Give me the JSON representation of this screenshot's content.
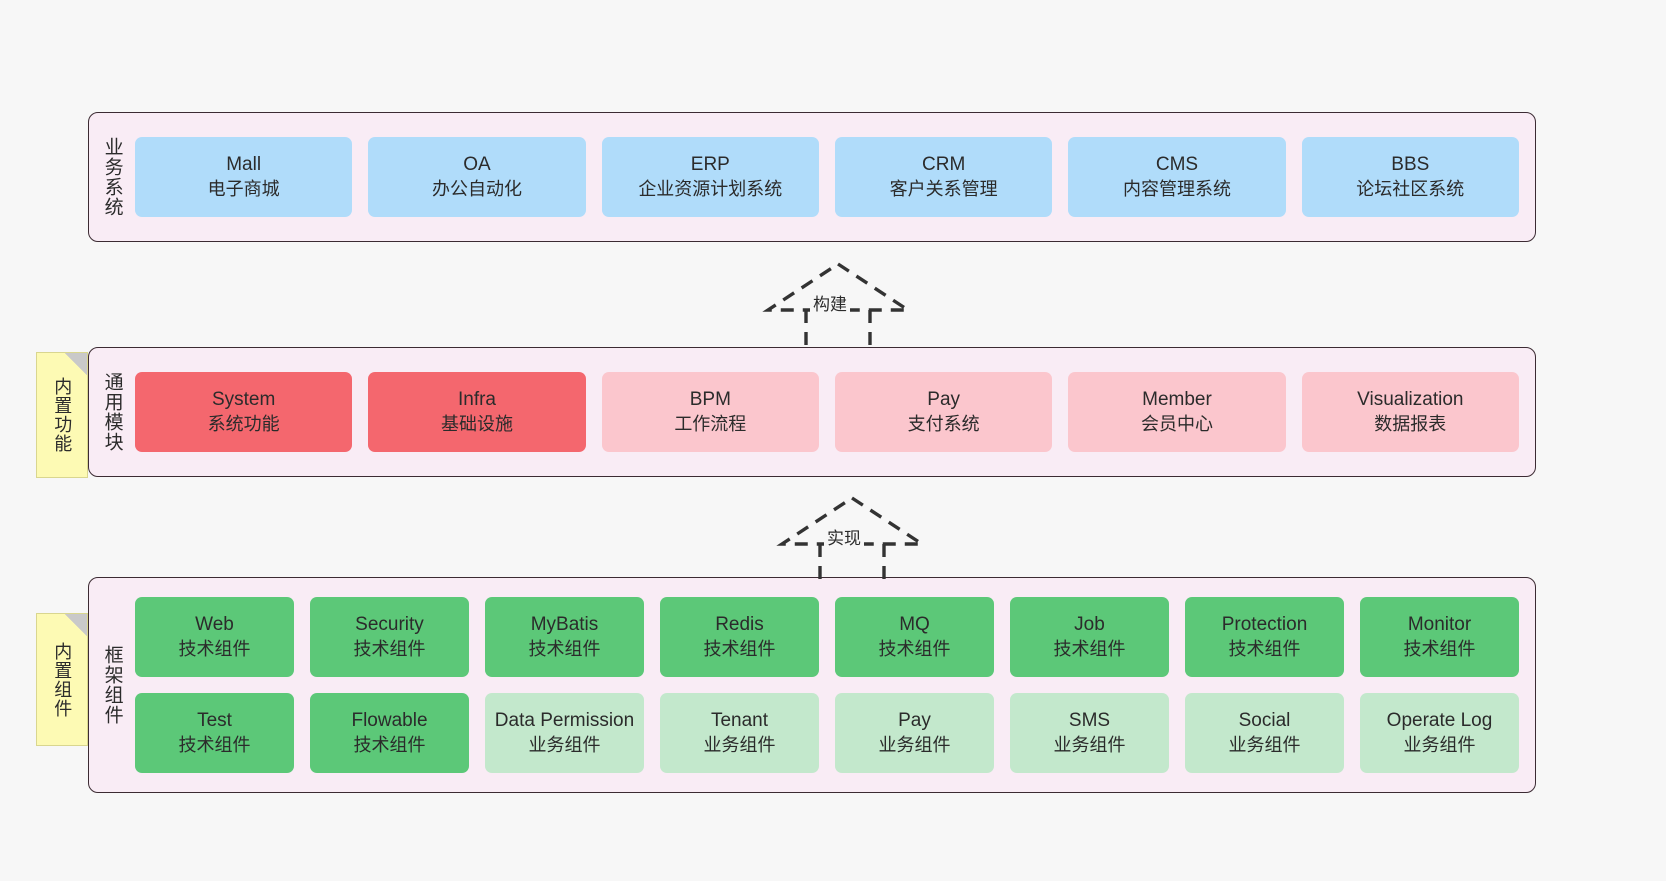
{
  "diagram": {
    "layers": [
      {
        "id": "business",
        "title": "业务系统",
        "rows": [
          {
            "cards": [
              {
                "name": "Mall",
                "sub": "电子商城",
                "style": "blue"
              },
              {
                "name": "OA",
                "sub": "办公自动化",
                "style": "blue"
              },
              {
                "name": "ERP",
                "sub": "企业资源计划系统",
                "style": "blue"
              },
              {
                "name": "CRM",
                "sub": "客户关系管理",
                "style": "blue"
              },
              {
                "name": "CMS",
                "sub": "内容管理系统",
                "style": "blue"
              },
              {
                "name": "BBS",
                "sub": "论坛社区系统",
                "style": "blue"
              }
            ]
          }
        ]
      },
      {
        "id": "common",
        "title": "通用模块",
        "note": "内置功能",
        "rows": [
          {
            "cards": [
              {
                "name": "System",
                "sub": "系统功能",
                "style": "red"
              },
              {
                "name": "Infra",
                "sub": "基础设施",
                "style": "red"
              },
              {
                "name": "BPM",
                "sub": "工作流程",
                "style": "pink"
              },
              {
                "name": "Pay",
                "sub": "支付系统",
                "style": "pink"
              },
              {
                "name": "Member",
                "sub": "会员中心",
                "style": "pink"
              },
              {
                "name": "Visualization",
                "sub": "数据报表",
                "style": "pink"
              }
            ]
          }
        ]
      },
      {
        "id": "framework",
        "title": "框架组件",
        "note": "内置组件",
        "rows": [
          {
            "cards": [
              {
                "name": "Web",
                "sub": "技术组件",
                "style": "green"
              },
              {
                "name": "Security",
                "sub": "技术组件",
                "style": "green"
              },
              {
                "name": "MyBatis",
                "sub": "技术组件",
                "style": "green"
              },
              {
                "name": "Redis",
                "sub": "技术组件",
                "style": "green"
              },
              {
                "name": "MQ",
                "sub": "技术组件",
                "style": "green"
              },
              {
                "name": "Job",
                "sub": "技术组件",
                "style": "green"
              },
              {
                "name": "Protection",
                "sub": "技术组件",
                "style": "green"
              },
              {
                "name": "Monitor",
                "sub": "技术组件",
                "style": "green"
              }
            ]
          },
          {
            "cards": [
              {
                "name": "Test",
                "sub": "技术组件",
                "style": "green"
              },
              {
                "name": "Flowable",
                "sub": "技术组件",
                "style": "green"
              },
              {
                "name": "Data Permission",
                "sub": "业务组件",
                "style": "lightgreen"
              },
              {
                "name": "Tenant",
                "sub": "业务组件",
                "style": "lightgreen"
              },
              {
                "name": "Pay",
                "sub": "业务组件",
                "style": "lightgreen"
              },
              {
                "name": "SMS",
                "sub": "业务组件",
                "style": "lightgreen"
              },
              {
                "name": "Social",
                "sub": "业务组件",
                "style": "lightgreen"
              },
              {
                "name": "Operate Log",
                "sub": "业务组件",
                "style": "lightgreen"
              }
            ]
          }
        ]
      }
    ],
    "connectors": [
      {
        "id": "build",
        "label": "构建"
      },
      {
        "id": "impl",
        "label": "实现"
      }
    ],
    "colors": {
      "container_bg": "#f9ecf5",
      "container_border": "#3c2b33",
      "blue": "#b0dcfa",
      "red": "#f4676e",
      "pink": "#fbc6cd",
      "green": "#5cc878",
      "lightgreen": "#c3e8cc",
      "note_bg": "#fdfab4",
      "page_bg": "#f7f7f7"
    }
  }
}
